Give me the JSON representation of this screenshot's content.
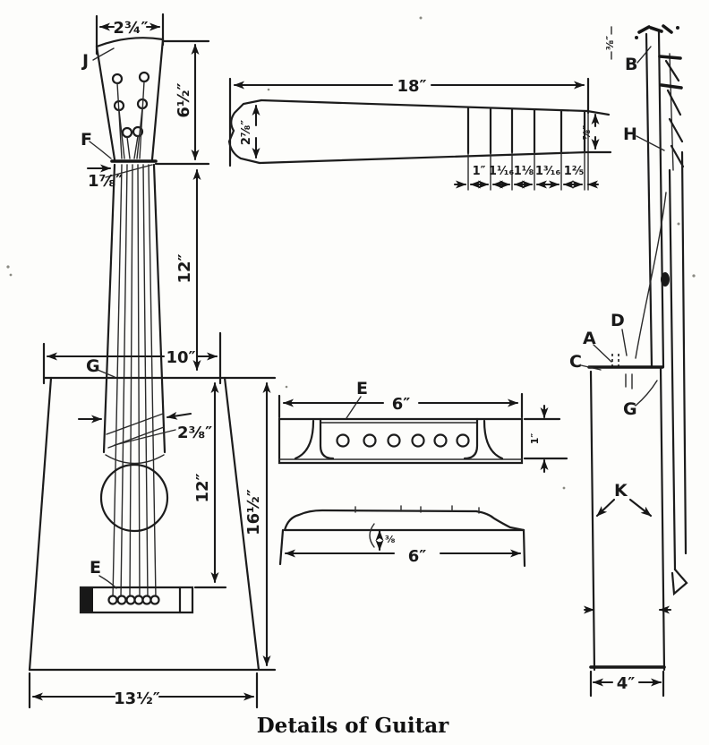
{
  "figure": {
    "title": "Details of Guitar"
  },
  "labels": {
    "front": {
      "J": "J",
      "F": "F",
      "G": "G",
      "E": "E"
    },
    "bridge": {
      "E": "E"
    },
    "side": {
      "B": "B",
      "H": "H",
      "A": "A",
      "D": "D",
      "C": "C",
      "G": "G",
      "K": "K"
    }
  },
  "dims": {
    "front": {
      "head_width": "2¾″",
      "head_length": "6½″",
      "nut_width": "1⅞″",
      "nut_to_body": "12″",
      "body_top_width": "10″",
      "neck_at_body": "2⅜″",
      "body_to_bridge": "12″",
      "body_length": "16½″",
      "body_bottom_width": "13½″"
    },
    "neck_detail": {
      "length": "18″",
      "head_end_depth": "2⅞″",
      "tail_end_depth": "⅞″",
      "fret1": "1″",
      "fret2": "1¹⁄₁₆",
      "fret3": "1⅛",
      "fret4": "1³⁄₁₆",
      "fret5": "1⅖"
    },
    "bridge_detail": {
      "width": "6″",
      "height": "1″"
    },
    "saddle_detail": {
      "width": "6″",
      "thickness": "⅜"
    },
    "side_view": {
      "bottom_depth": "4″",
      "head_thickness": "⅜″"
    }
  }
}
